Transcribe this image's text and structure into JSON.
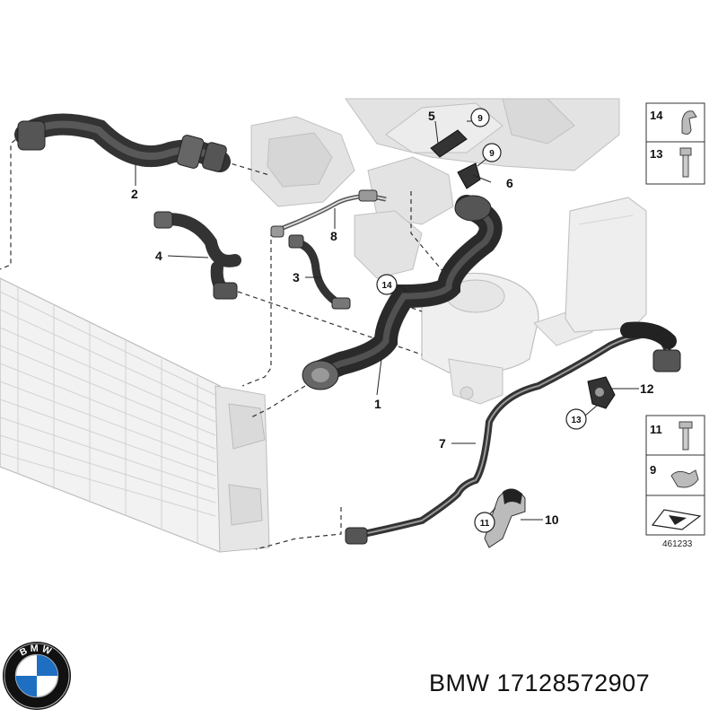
{
  "callouts": {
    "c1": "1",
    "c2": "2",
    "c3": "3",
    "c4": "4",
    "c5": "5",
    "c6": "6",
    "c7": "7",
    "c8": "8",
    "c10": "10",
    "c12": "12"
  },
  "circled": {
    "c9a": "9",
    "c9b": "9",
    "c14": "14",
    "c13": "13",
    "c11": "11"
  },
  "legend": {
    "top": [
      "14",
      "13"
    ],
    "bottom": [
      "11",
      "9"
    ]
  },
  "diagram_ref": "461233",
  "logo_letters": "BMW",
  "footer": {
    "brand": "BMW",
    "part_number": "17128572907"
  },
  "colors": {
    "hose": "#2b2b2b",
    "ghost_part": "#c8c8c8",
    "line": "#333333"
  }
}
